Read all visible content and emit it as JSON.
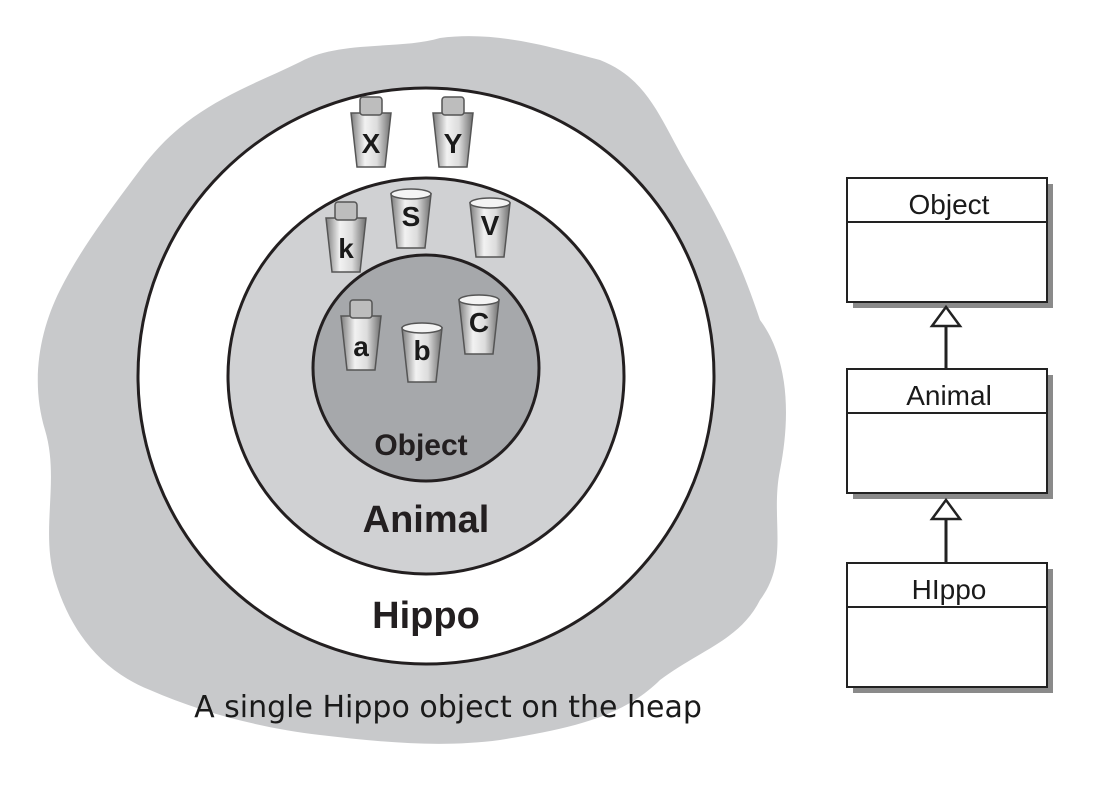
{
  "colors": {
    "heap": "#c8c9cb",
    "outer_ring": "#ffffff",
    "middle_ring": "#d0d1d3",
    "inner_ring": "#a6a8ab",
    "stroke": "#231f20"
  },
  "rings": {
    "outer_label": "Hippo",
    "middle_label": "Animal",
    "inner_label": "Object"
  },
  "cups": [
    {
      "letter": "X",
      "kind": "remote-icon"
    },
    {
      "letter": "Y",
      "kind": "remote-icon"
    },
    {
      "letter": "k",
      "kind": "remote-icon"
    },
    {
      "letter": "S",
      "kind": "cup-icon"
    },
    {
      "letter": "V",
      "kind": "cup-icon"
    },
    {
      "letter": "a",
      "kind": "remote-icon"
    },
    {
      "letter": "b",
      "kind": "cup-icon"
    },
    {
      "letter": "C",
      "kind": "cup-icon"
    }
  ],
  "caption": "A single Hippo object on the heap",
  "uml": {
    "classes": [
      "Object",
      "Animal",
      "HIppo"
    ]
  }
}
